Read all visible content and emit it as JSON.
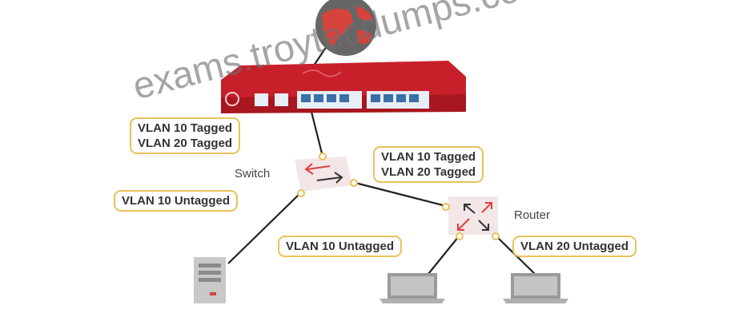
{
  "labels": {
    "fw_tagged_10": "VLAN 10 Tagged",
    "fw_tagged_20": "VLAN 20 Tagged",
    "switch": "Switch",
    "sw_untagged_10": "VLAN 10 Untagged",
    "rt_tagged_10": "VLAN 10 Tagged",
    "rt_tagged_20": "VLAN 20 Tagged",
    "router": "Router",
    "rt_untagged_10": "VLAN 10 Untagged",
    "rt_untagged_20": "VLAN 20 Untagged"
  },
  "watermark": "exams.troytecdumps.com",
  "icons": [
    "globe-icon",
    "firewall-icon",
    "switch-icon",
    "router-icon",
    "server-icon",
    "laptop-icon"
  ],
  "colors": {
    "firewall_red": "#c8202a",
    "label_border": "#e8c15a",
    "arrow_red": "#e0403c",
    "link": "#222222"
  }
}
